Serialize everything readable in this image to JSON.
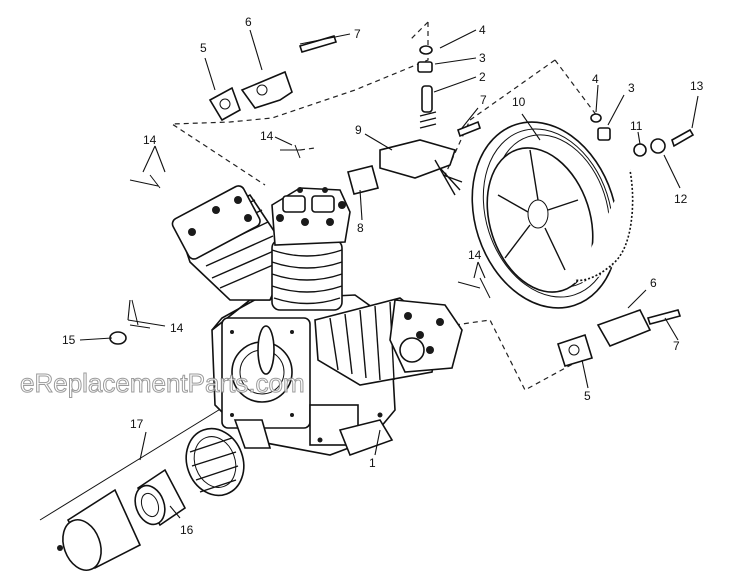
{
  "watermark": "eReplacementParts.com",
  "callouts": {
    "c1": "1",
    "c2": "2",
    "c3a": "3",
    "c3b": "3",
    "c4a": "4",
    "c4b": "4",
    "c5a": "5",
    "c5b": "5",
    "c6a": "6",
    "c6b": "6",
    "c7a": "7",
    "c7b": "7",
    "c7c": "7",
    "c8": "8",
    "c9": "9",
    "c10": "10",
    "c11": "11",
    "c12": "12",
    "c13": "13",
    "c14a": "14",
    "c14b": "14",
    "c14c": "14",
    "c14d": "14",
    "c15": "15",
    "c16": "16",
    "c17": "17"
  }
}
